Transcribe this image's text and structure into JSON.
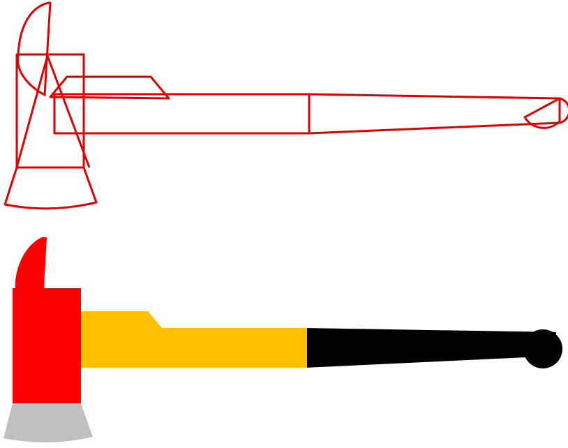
{
  "colors": {
    "background": "#ffffff",
    "outline": "#e00000",
    "head": "#ff0000",
    "blade_edge": "#c0c0c0",
    "collar": "#ffc000",
    "grip": "#000000"
  },
  "figures": [
    {
      "name": "axe-outline-drawing",
      "style": "outline"
    },
    {
      "name": "axe-filled-drawing",
      "style": "filled"
    }
  ]
}
